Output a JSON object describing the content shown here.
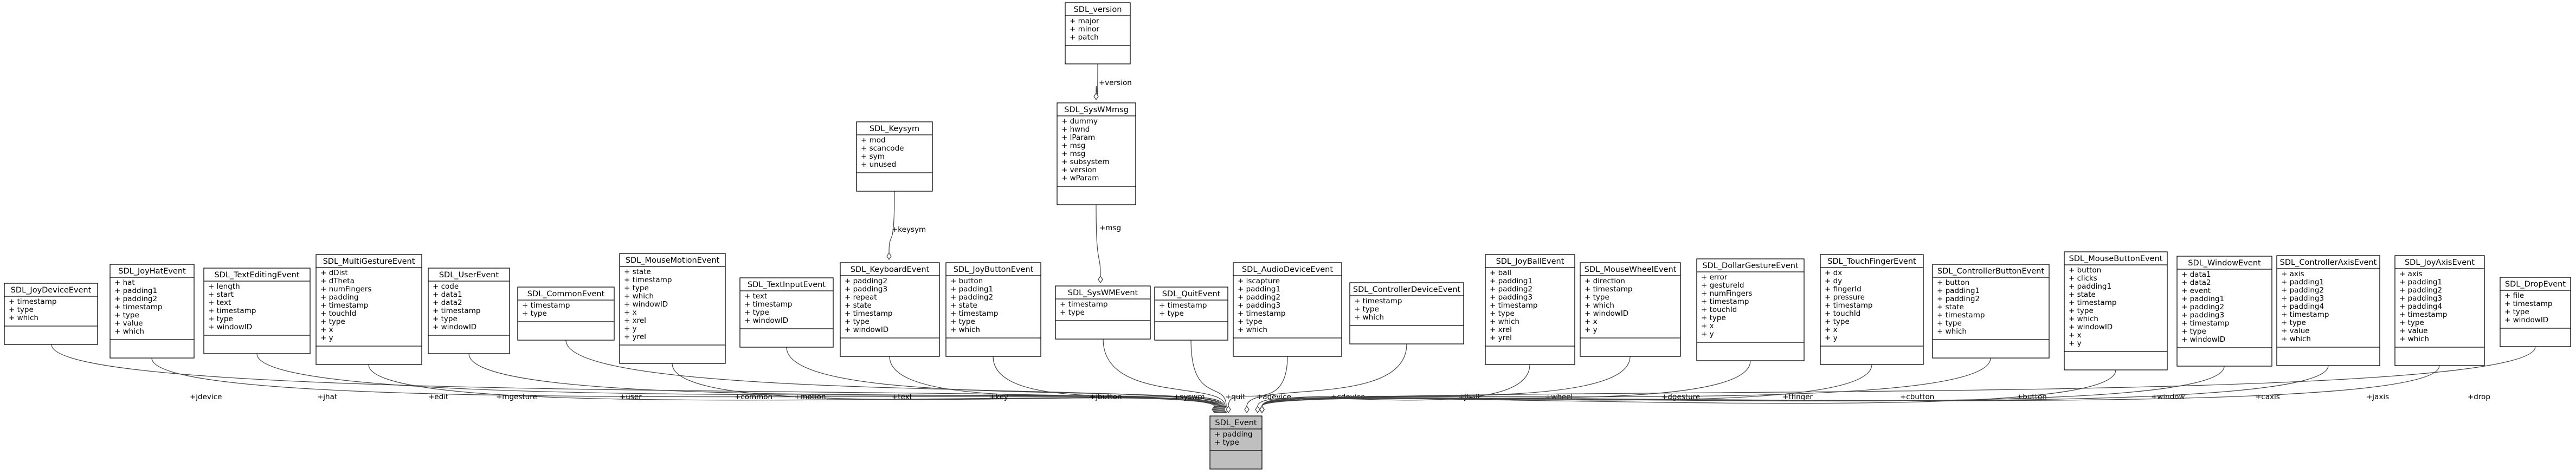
{
  "root": {
    "name": "SDL_Event",
    "attrs": [
      "+ padding",
      "+ type"
    ]
  },
  "classes": [
    {
      "id": "joydevice",
      "name": "SDL_JoyDeviceEvent",
      "attrs": [
        "+ timestamp",
        "+ type",
        "+ which"
      ],
      "edge": "+jdevice"
    },
    {
      "id": "joyhat",
      "name": "SDL_JoyHatEvent",
      "attrs": [
        "+ hat",
        "+ padding1",
        "+ padding2",
        "+ timestamp",
        "+ type",
        "+ value",
        "+ which"
      ],
      "edge": "+jhat"
    },
    {
      "id": "textediting",
      "name": "SDL_TextEditingEvent",
      "attrs": [
        "+ length",
        "+ start",
        "+ text",
        "+ timestamp",
        "+ type",
        "+ windowID"
      ],
      "edge": "+edit"
    },
    {
      "id": "multigesture",
      "name": "SDL_MultiGestureEvent",
      "attrs": [
        "+ dDist",
        "+ dTheta",
        "+ numFingers",
        "+ padding",
        "+ timestamp",
        "+ touchId",
        "+ type",
        "+ x",
        "+ y"
      ],
      "edge": "+mgesture"
    },
    {
      "id": "user",
      "name": "SDL_UserEvent",
      "attrs": [
        "+ code",
        "+ data1",
        "+ data2",
        "+ timestamp",
        "+ type",
        "+ windowID"
      ],
      "edge": "+user"
    },
    {
      "id": "common",
      "name": "SDL_CommonEvent",
      "attrs": [
        "+ timestamp",
        "+ type"
      ],
      "edge": "+common"
    },
    {
      "id": "mousemotion",
      "name": "SDL_MouseMotionEvent",
      "attrs": [
        "+ state",
        "+ timestamp",
        "+ type",
        "+ which",
        "+ windowID",
        "+ x",
        "+ xrel",
        "+ y",
        "+ yrel"
      ],
      "edge": "+motion"
    },
    {
      "id": "textinput",
      "name": "SDL_TextInputEvent",
      "attrs": [
        "+ text",
        "+ timestamp",
        "+ type",
        "+ windowID"
      ],
      "edge": "+text"
    },
    {
      "id": "keyboard",
      "name": "SDL_KeyboardEvent",
      "attrs": [
        "+ padding2",
        "+ padding3",
        "+ repeat",
        "+ state",
        "+ timestamp",
        "+ type",
        "+ windowID"
      ],
      "edge": "+key"
    },
    {
      "id": "joybutton",
      "name": "SDL_JoyButtonEvent",
      "attrs": [
        "+ button",
        "+ padding1",
        "+ padding2",
        "+ state",
        "+ timestamp",
        "+ type",
        "+ which"
      ],
      "edge": "+jbutton"
    },
    {
      "id": "syswm",
      "name": "SDL_SysWMEvent",
      "attrs": [
        "+ timestamp",
        "+ type"
      ],
      "edge": "+syswm"
    },
    {
      "id": "quit",
      "name": "SDL_QuitEvent",
      "attrs": [
        "+ timestamp",
        "+ type"
      ],
      "edge": "+quit"
    },
    {
      "id": "audiodevice",
      "name": "SDL_AudioDeviceEvent",
      "attrs": [
        "+ iscapture",
        "+ padding1",
        "+ padding2",
        "+ padding3",
        "+ timestamp",
        "+ type",
        "+ which"
      ],
      "edge": "+adevice"
    },
    {
      "id": "controllerdevice",
      "name": "SDL_ControllerDeviceEvent",
      "attrs": [
        "+ timestamp",
        "+ type",
        "+ which"
      ],
      "edge": "+cdevice"
    },
    {
      "id": "joyball",
      "name": "SDL_JoyBallEvent",
      "attrs": [
        "+ ball",
        "+ padding1",
        "+ padding2",
        "+ padding3",
        "+ timestamp",
        "+ type",
        "+ which",
        "+ xrel",
        "+ yrel"
      ],
      "edge": "+jball"
    },
    {
      "id": "mousewheel",
      "name": "SDL_MouseWheelEvent",
      "attrs": [
        "+ direction",
        "+ timestamp",
        "+ type",
        "+ which",
        "+ windowID",
        "+ x",
        "+ y"
      ],
      "edge": "+wheel"
    },
    {
      "id": "dollargesture",
      "name": "SDL_DollarGestureEvent",
      "attrs": [
        "+ error",
        "+ gestureId",
        "+ numFingers",
        "+ timestamp",
        "+ touchId",
        "+ type",
        "+ x",
        "+ y"
      ],
      "edge": "+dgesture"
    },
    {
      "id": "touchfinger",
      "name": "SDL_TouchFingerEvent",
      "attrs": [
        "+ dx",
        "+ dy",
        "+ fingerId",
        "+ pressure",
        "+ timestamp",
        "+ touchId",
        "+ type",
        "+ x",
        "+ y"
      ],
      "edge": "+tfinger"
    },
    {
      "id": "controllerbutton",
      "name": "SDL_ControllerButtonEvent",
      "attrs": [
        "+ button",
        "+ padding1",
        "+ padding2",
        "+ state",
        "+ timestamp",
        "+ type",
        "+ which"
      ],
      "edge": "+cbutton"
    },
    {
      "id": "mousebutton",
      "name": "SDL_MouseButtonEvent",
      "attrs": [
        "+ button",
        "+ clicks",
        "+ padding1",
        "+ state",
        "+ timestamp",
        "+ type",
        "+ which",
        "+ windowID",
        "+ x",
        "+ y"
      ],
      "edge": "+button"
    },
    {
      "id": "window",
      "name": "SDL_WindowEvent",
      "attrs": [
        "+ data1",
        "+ data2",
        "+ event",
        "+ padding1",
        "+ padding2",
        "+ padding3",
        "+ timestamp",
        "+ type",
        "+ windowID"
      ],
      "edge": "+window"
    },
    {
      "id": "controlleraxis",
      "name": "SDL_ControllerAxisEvent",
      "attrs": [
        "+ axis",
        "+ padding1",
        "+ padding2",
        "+ padding3",
        "+ padding4",
        "+ timestamp",
        "+ type",
        "+ value",
        "+ which"
      ],
      "edge": "+caxis"
    },
    {
      "id": "joyaxis",
      "name": "SDL_JoyAxisEvent",
      "attrs": [
        "+ axis",
        "+ padding1",
        "+ padding2",
        "+ padding3",
        "+ padding4",
        "+ timestamp",
        "+ type",
        "+ value",
        "+ which"
      ],
      "edge": "+jaxis"
    },
    {
      "id": "drop",
      "name": "SDL_DropEvent",
      "attrs": [
        "+ file",
        "+ timestamp",
        "+ type",
        "+ windowID"
      ],
      "edge": "+drop"
    },
    {
      "id": "keysym",
      "name": "SDL_Keysym",
      "attrs": [
        "+ mod",
        "+ scancode",
        "+ sym",
        "+ unused"
      ],
      "edge": "+keysym"
    },
    {
      "id": "syswmmsg",
      "name": "SDL_SysWMmsg",
      "attrs": [
        "+ dummy",
        "+ hwnd",
        "+ lParam",
        "+ msg",
        "+ msg",
        "+ subsystem",
        "+ version",
        "+ wParam"
      ],
      "edge": "+msg"
    },
    {
      "id": "version",
      "name": "SDL_version",
      "attrs": [
        "+ major",
        "+ minor",
        "+ patch"
      ],
      "edge": "+version"
    }
  ]
}
